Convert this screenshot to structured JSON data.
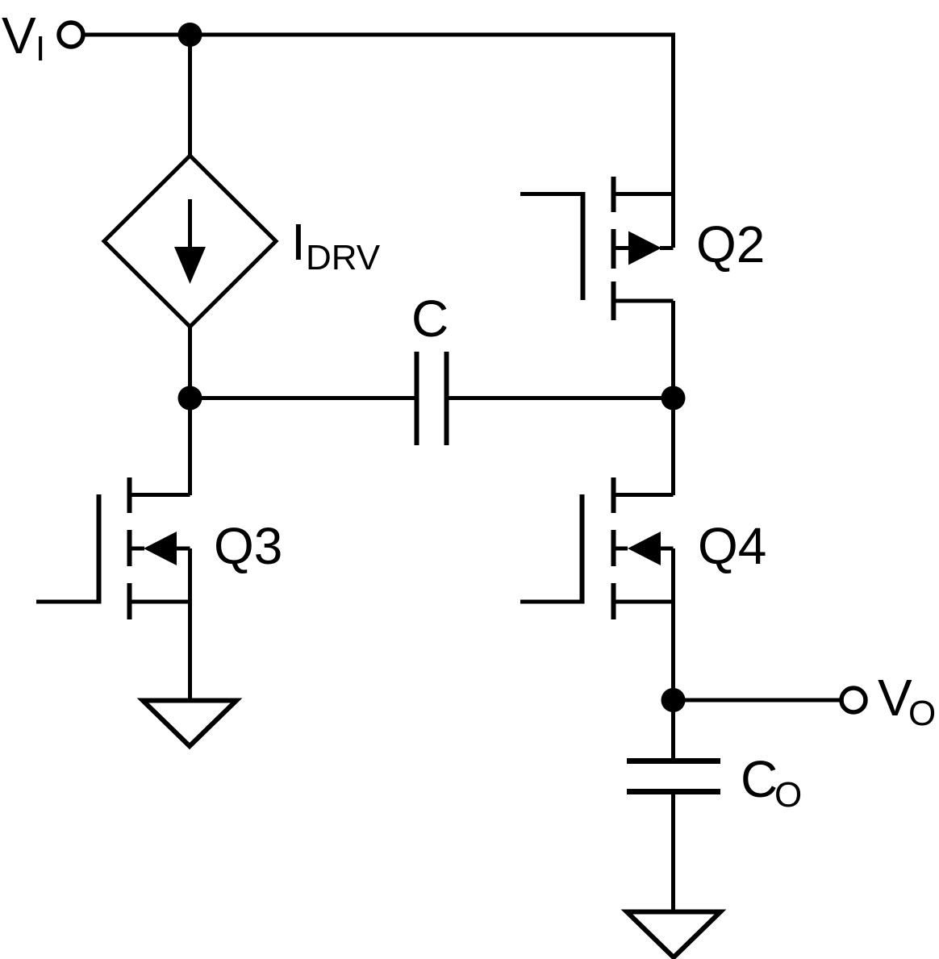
{
  "diagram": {
    "kind": "circuit-schematic",
    "colors": {
      "background": "#ffffff",
      "line": "#000000"
    },
    "labels": {
      "vi": {
        "main": "V",
        "sub": "I"
      },
      "idrv": {
        "main": "I",
        "sub": "DRV"
      },
      "c": {
        "main": "C"
      },
      "q2": {
        "text": "Q2"
      },
      "q3": {
        "text": "Q3"
      },
      "q4": {
        "text": "Q4"
      },
      "vo": {
        "main": "V",
        "sub": "O"
      },
      "co": {
        "main": "C",
        "sub": "O"
      }
    },
    "components": [
      {
        "id": "vi",
        "type": "input-terminal",
        "label": "VI"
      },
      {
        "id": "idrv",
        "type": "controlled-current-source",
        "label": "IDRV",
        "arrow": "down"
      },
      {
        "id": "q2",
        "type": "mosfet",
        "label": "Q2",
        "body_arrow": "right",
        "gate_side": "left-top"
      },
      {
        "id": "q3",
        "type": "mosfet",
        "label": "Q3",
        "body_arrow": "left",
        "gate_side": "left-bottom"
      },
      {
        "id": "q4",
        "type": "mosfet",
        "label": "Q4",
        "body_arrow": "left",
        "gate_side": "left-bottom"
      },
      {
        "id": "c",
        "type": "capacitor",
        "label": "C"
      },
      {
        "id": "co",
        "type": "capacitor",
        "label": "CO"
      },
      {
        "id": "vo",
        "type": "output-terminal",
        "label": "VO"
      },
      {
        "id": "gnd1",
        "type": "ground"
      },
      {
        "id": "gnd2",
        "type": "ground"
      }
    ]
  }
}
